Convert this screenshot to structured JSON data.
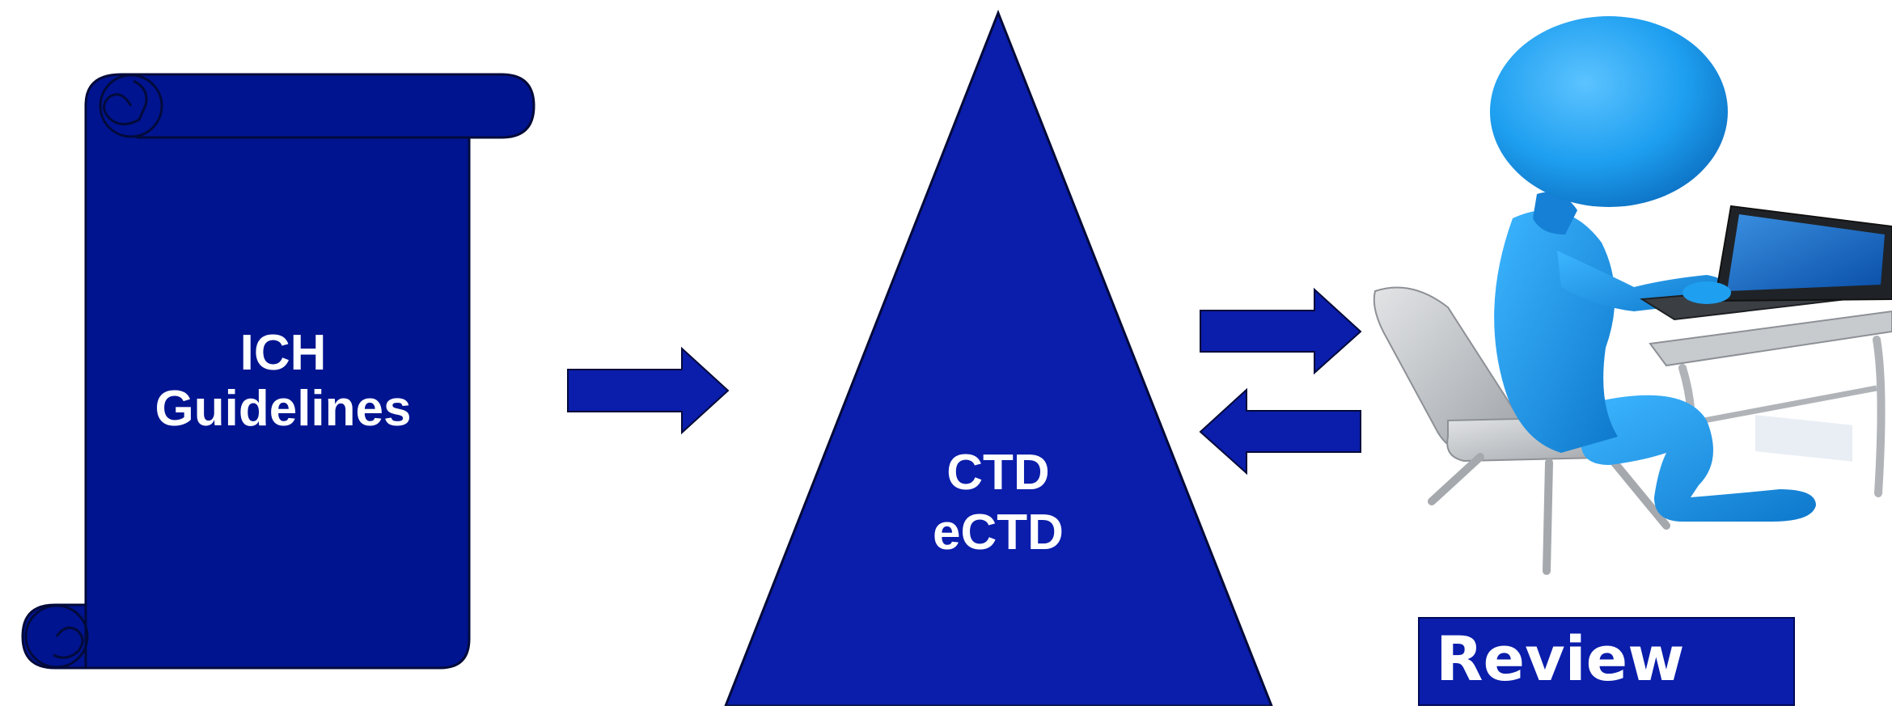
{
  "scroll": {
    "lines": [
      "ICH",
      "Guidelines"
    ],
    "icon": "scroll-icon"
  },
  "triangle": {
    "lines": [
      "CTD",
      "eCTD"
    ],
    "icon": "triangle-shape"
  },
  "reviewer": {
    "icon": "person-at-laptop-icon",
    "label": "Review"
  },
  "arrows": [
    {
      "name": "arrow-right-to-ctd",
      "direction": "right"
    },
    {
      "name": "arrow-right-to-reviewer",
      "direction": "right"
    },
    {
      "name": "arrow-left-from-reviewer",
      "direction": "left"
    }
  ],
  "colors": {
    "shape_fill": "#0a1dab",
    "scroll_fill": "#001490",
    "outline": "#020a3a",
    "person_blue": "#1ea1ee",
    "chair_gray": "#b9bcc0",
    "text": "#ffffff"
  }
}
